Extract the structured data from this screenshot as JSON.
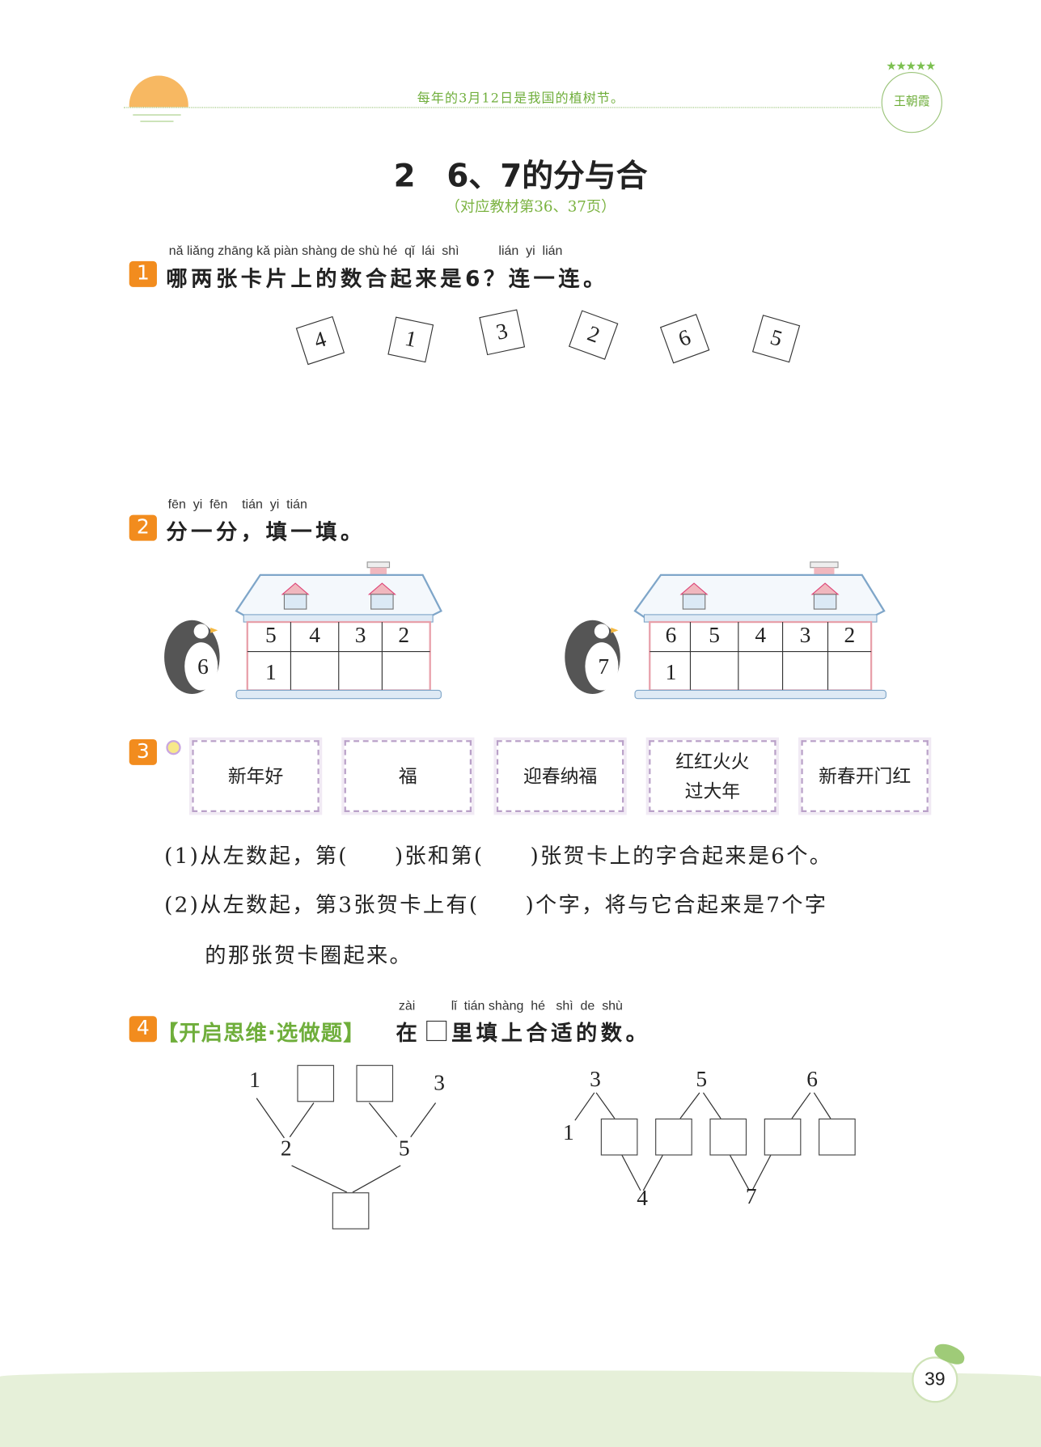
{
  "header": {
    "tip": "每年的3月12日是我国的植树节。",
    "logo_text": "王朝霞"
  },
  "title": "2　6、7的分与合",
  "subtitle": "（对应教材第36、37页）",
  "q1": {
    "number": "1",
    "pinyin": "nǎ liǎng zhāng kǎ piàn shàng de shù hé  qǐ  lái  shì           lián  yi  lián",
    "text": "哪两张卡片上的数合起来是6？连一连。",
    "cards": [
      "4",
      "1",
      "3",
      "2",
      "6",
      "5"
    ]
  },
  "q2": {
    "number": "2",
    "pinyin": "fēn  yi  fēn    tián  yi  tián",
    "text": "分一分，填一填。",
    "houses": [
      {
        "penguin": "6",
        "top": [
          "5",
          "4",
          "3",
          "2"
        ],
        "bottom": [
          "1",
          "",
          "",
          ""
        ]
      },
      {
        "penguin": "7",
        "top": [
          "6",
          "5",
          "4",
          "3",
          "2"
        ],
        "bottom": [
          "1",
          "",
          "",
          "",
          ""
        ]
      }
    ]
  },
  "q3": {
    "number": "3",
    "cards": [
      "新年好",
      "福",
      "迎春纳福",
      "红红火火\n过大年",
      "新春开门红"
    ],
    "line1": "(1)从左数起，第(　　)张和第(　　)张贺卡上的字合起来是6个。",
    "line2": "(2)从左数起，第3张贺卡上有(　　)个字，将与它合起来是7个字",
    "line3": "的那张贺卡圈起来。"
  },
  "q4": {
    "number": "4",
    "tag": "【开启思维·选做题】",
    "pinyin": "zài          lǐ  tián shàng  hé   shì  de  shù",
    "text_a": "在",
    "text_b": "里填上合适的数。",
    "left_tree": {
      "top_left": "1",
      "top_right": "3",
      "mid_left": "2",
      "mid_right": "5"
    },
    "right_tree": {
      "tops": [
        "3",
        "5",
        "6"
      ],
      "left": "1",
      "bottoms": [
        "4",
        "7"
      ]
    }
  },
  "page_number": "39",
  "colors": {
    "orange": "#f28c1e",
    "green": "#7cb342",
    "footer": "#e6f0d9"
  }
}
